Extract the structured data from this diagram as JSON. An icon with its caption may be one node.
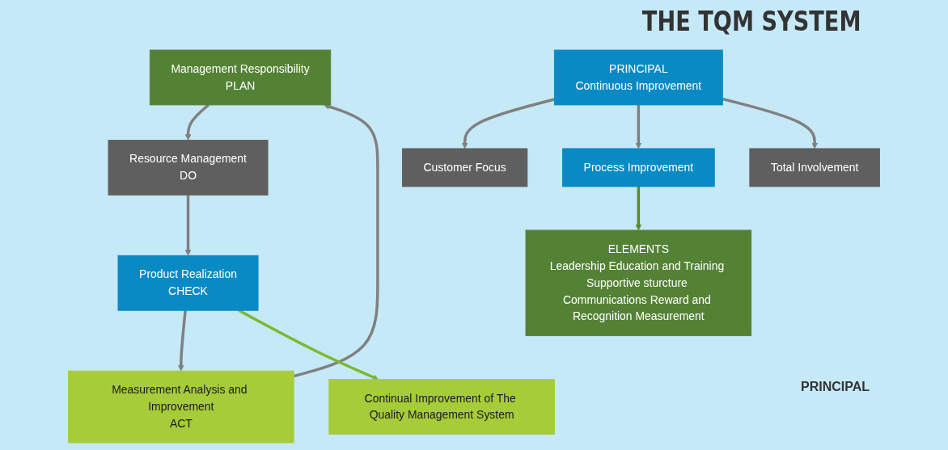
{
  "diagram": {
    "title": "THE TQM SYSTEM",
    "nodes": [
      {
        "text": [
          "Management Responsibility",
          "PLAN"
        ]
      },
      {
        "text": [
          "Resource Management",
          "DO"
        ]
      },
      {
        "text": [
          "Measurement Analysis and Improvement",
          "ACT"
        ]
      },
      {
        "text": [
          "Product Realization",
          "CHECK"
        ]
      },
      {
        "text": [
          "Continual Improvement of The Quality Management System"
        ]
      },
      {
        "text": [
          "PRINCIPAL",
          "Continuous Improvement"
        ]
      },
      {
        "text": [
          "Customer Focus"
        ]
      },
      {
        "text": [
          "Process Improvement"
        ]
      },
      {
        "text": [
          "Total Involvement"
        ]
      },
      {
        "text": [
          "ELEMENTS",
          "Leadership Education and Training Supportive sturcture Communications Reward and Recognition Measurement"
        ]
      }
    ],
    "edges": [
      {
        "from": 0,
        "to": 1,
        "arrow": "to"
      },
      {
        "from": 1,
        "to": 3,
        "arrow": "to"
      },
      {
        "from": 3,
        "to": 2,
        "arrow": "to"
      },
      {
        "from": 2,
        "to": 0,
        "arrow": "to"
      },
      {
        "from": 3,
        "to": 4,
        "arrow": "to",
        "color": "#7cb82f"
      },
      {
        "from": 5,
        "to": 6,
        "arrow": "to"
      },
      {
        "from": 5,
        "to": 7,
        "arrow": "to"
      },
      {
        "from": 5,
        "to": 8,
        "arrow": "to"
      },
      {
        "from": 7,
        "to": 9,
        "arrow": "to",
        "color": "#5a8a2e"
      }
    ],
    "labels": [
      "PRINCIPAL"
    ]
  }
}
